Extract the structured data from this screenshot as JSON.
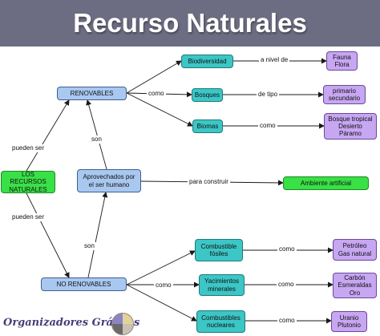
{
  "header": {
    "title": "Recurso Naturales"
  },
  "nodes": {
    "root": "LOS RECURSOS\nNATURALES",
    "renovables": "RENOVABLES",
    "no_renovables": "NO RENOVABLES",
    "aprovechados": "Aprovechados por\nel ser humano",
    "ambiente": "Ambiente artificial",
    "biodiversidad": "Biodiversidad",
    "bosques": "Bosques",
    "biomas": "Biomas",
    "fauna_flora": "Fauna\nFlora",
    "primario": "primario\nsecundario",
    "bosque_tropical": "Bosque tropical\nDesierto\nPáramo",
    "combustible_fosiles": "Combustible\nfósiles",
    "yacimientos": "Yacimientos\nminerales",
    "combustibles_nucleares": "Combustibles\nnucleares",
    "petroleo": "Petróleo\nGas natural",
    "carbon": "Carbón\nEsmeraldas\nOro",
    "uranio": "Uranio\nPlutonio"
  },
  "edge_labels": {
    "pueden_ser_top": "pueden ser",
    "pueden_ser_bottom": "pueden ser",
    "como_renovables": "como",
    "son_top": "son",
    "son_bottom": "son",
    "para_construir": "para construir",
    "a_nivel_de": "a nivel de",
    "de_tipo": "de tipo",
    "como_biomas": "como",
    "como_no_renovables": "como",
    "como_combustible": "como",
    "como_yacimientos": "como",
    "como_nucleares": "como"
  },
  "logo": {
    "text": "Organizadores Gráficos"
  },
  "colors": {
    "header": "#6c6c82",
    "blue_node": "#a9c8f0",
    "teal_node": "#3cc6c6",
    "purple_node": "#c7a6f2",
    "green_node": "#39e046"
  }
}
